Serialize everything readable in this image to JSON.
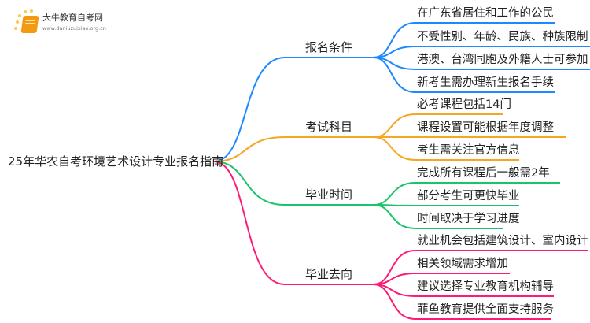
{
  "logo": {
    "title": "大牛教育自考网",
    "url": "www.daniuzuixiao.org.cn"
  },
  "root": "25年华农自考环境艺术设计专业报名指南",
  "colors": {
    "blue": "#1e88ff",
    "orange": "#f5a623",
    "green": "#19c46a",
    "pink": "#ff1a75"
  },
  "branches": [
    {
      "label": "报名条件",
      "leaves": [
        "在广东省居住和工作的公民",
        "不受性别、年龄、民族、种族限制",
        "港澳、台湾同胞及外籍人士可参加",
        "新考生需办理新生报名手续"
      ]
    },
    {
      "label": "考试科目",
      "leaves": [
        "必考课程包括14门",
        "课程设置可能根据年度调整",
        "考生需关注官方信息"
      ]
    },
    {
      "label": "毕业时间",
      "leaves": [
        "完成所有课程后一般需2年",
        "部分考生可更快毕业",
        "时间取决于学习进度"
      ]
    },
    {
      "label": "毕业去向",
      "leaves": [
        "就业机会包括建筑设计、室内设计",
        "相关领域需求增加",
        "建议选择专业教育机构辅导",
        "菲鱼教育提供全面支持服务"
      ]
    }
  ]
}
